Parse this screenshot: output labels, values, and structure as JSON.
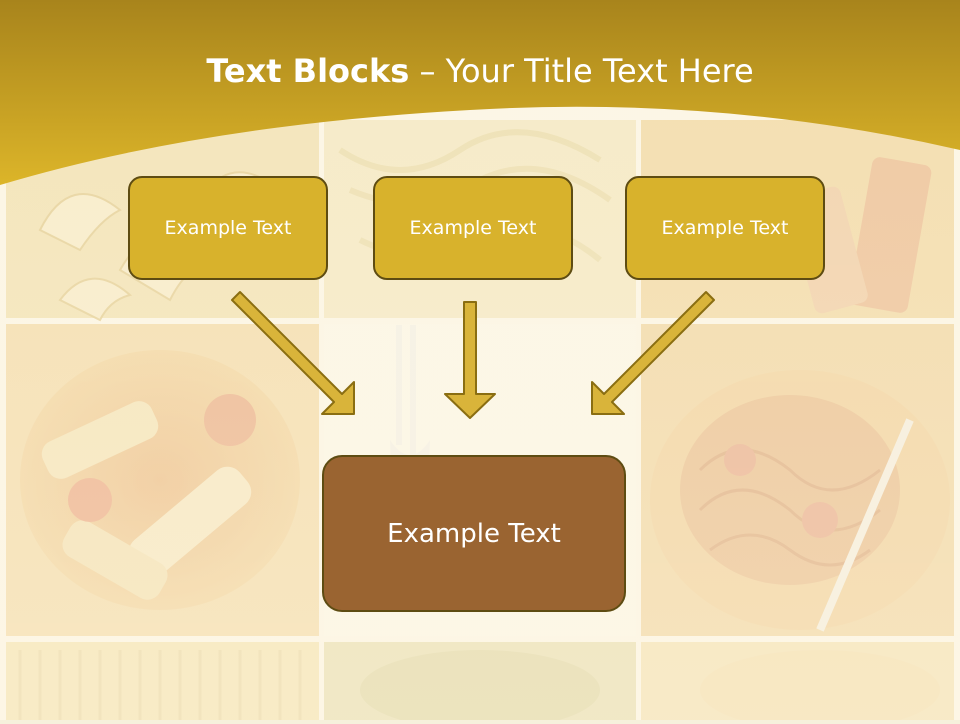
{
  "slide": {
    "title_bold": "Text Blocks",
    "title_rest": " – Your Title Text Here",
    "top_boxes": [
      {
        "label": "Example Text"
      },
      {
        "label": "Example Text"
      },
      {
        "label": "Example Text"
      }
    ],
    "bottom_box": {
      "label": "Example Text"
    }
  },
  "colors": {
    "header_gold": "#c9a21c",
    "box_gold": "#d8b22c",
    "box_brown": "#9a6431",
    "box_border": "#5e4c12",
    "arrow_fill": "#d9b43a"
  }
}
